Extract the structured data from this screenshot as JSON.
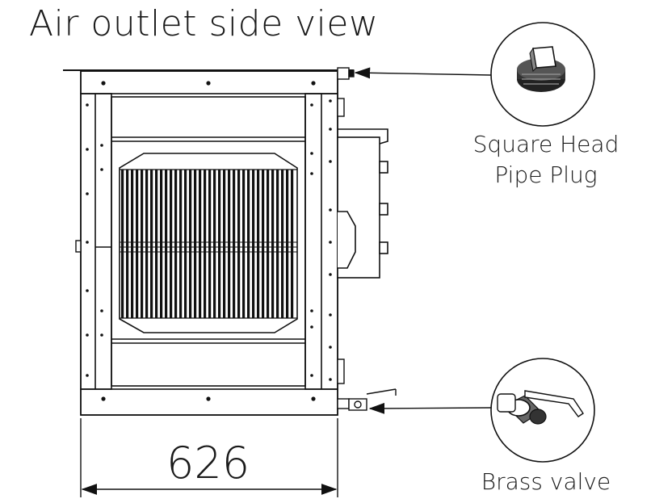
{
  "title": "Air outlet side view",
  "callouts": {
    "plug": {
      "line1": "Square Head",
      "line2": "Pipe Plug",
      "icon": "square-head-pipe-plug"
    },
    "valve": {
      "label": "Brass valve",
      "icon": "brass-ball-valve"
    }
  },
  "dimension": {
    "width_label": "626"
  }
}
